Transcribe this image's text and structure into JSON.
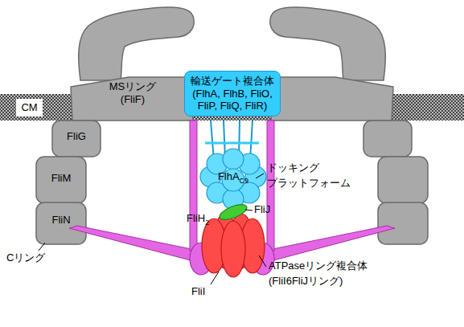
{
  "diagram": {
    "nodes": [
      {
        "text": [
          "CM"
        ]
      },
      {
        "text": [
          "MSリング (FliF)"
        ]
      },
      {
        "text": [
          "FliG"
        ]
      },
      {
        "text": [
          "FliM"
        ]
      },
      {
        "text": [
          "FliN"
        ]
      },
      {
        "text": [
          "輸送ゲート複合体 (FlhA, FlhB, FliO, FliP, FliQ, FliR)"
        ]
      },
      {
        "text": [
          "FlhA",
          "C9"
        ]
      },
      {
        "text": [
          "FliH",
          "2"
        ]
      }
    ],
    "labels": [
      "Cリング",
      "ドッキング プラットフォーム",
      "FliJ",
      "FliI",
      "ATPaseリング複合体 (FliI6FliJリング)"
    ]
  }
}
